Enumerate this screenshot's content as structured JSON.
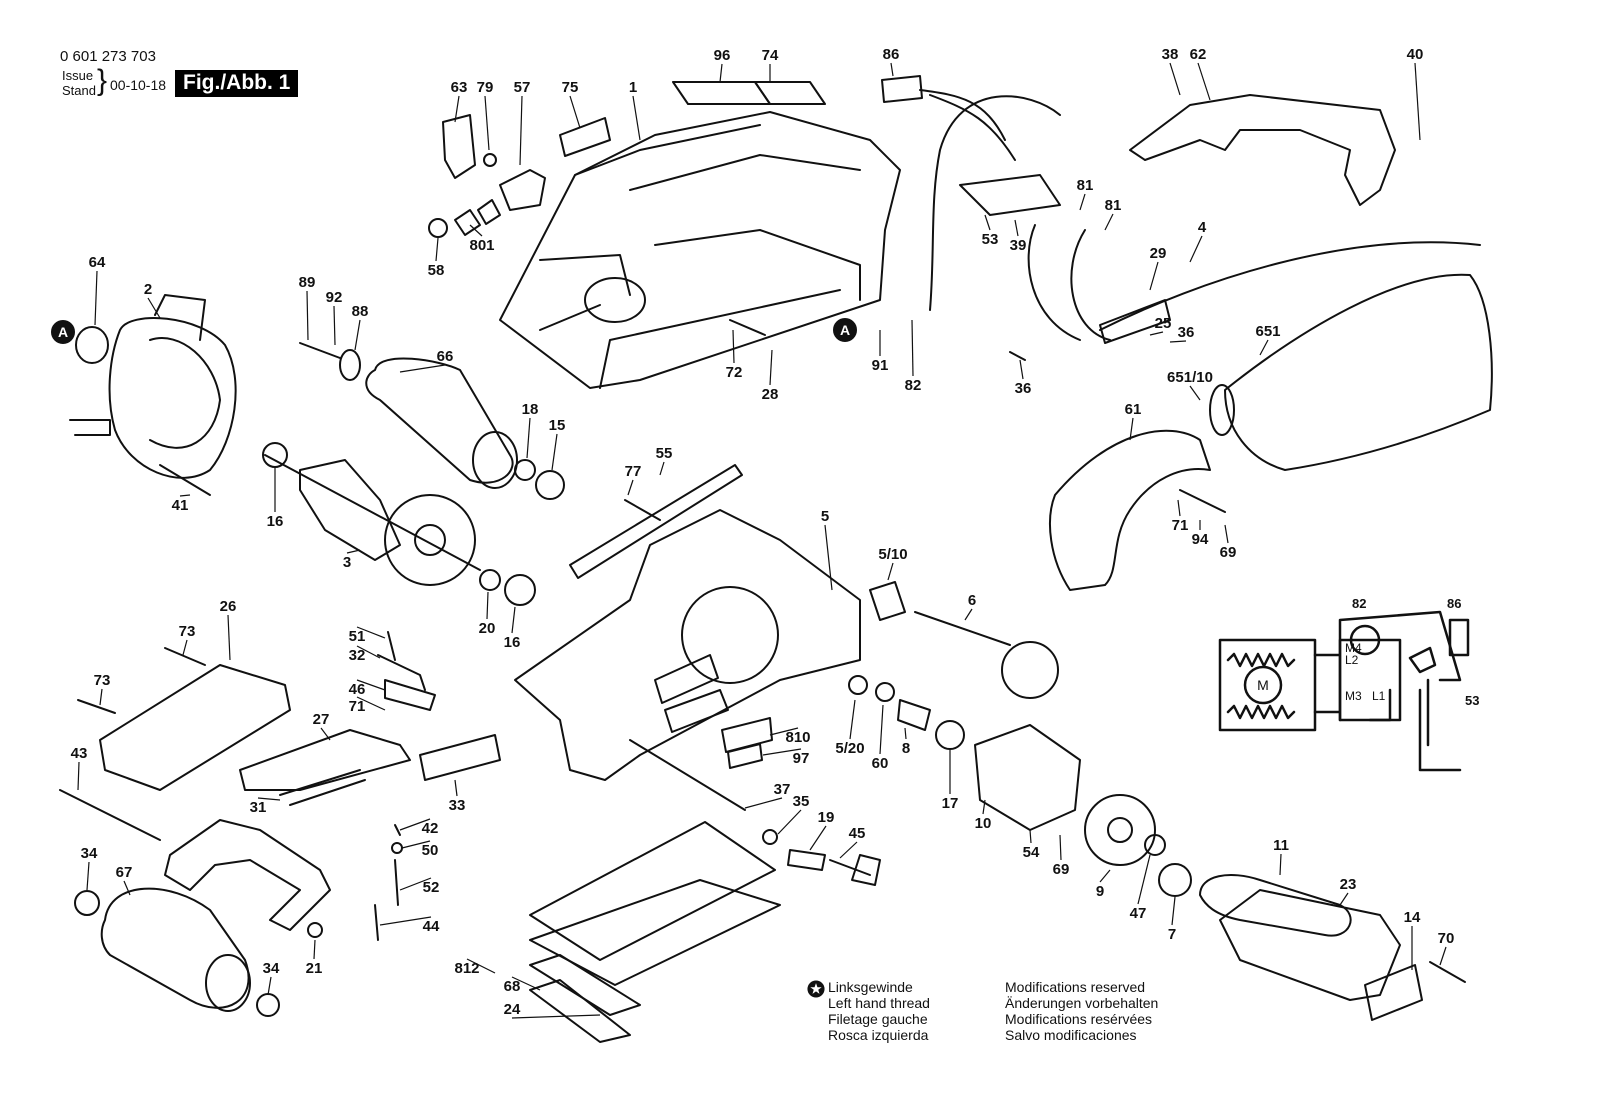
{
  "header": {
    "document_number": "0 601 273 703",
    "issue_label": "Issue",
    "stand_label": "Stand",
    "issue_date": "00-10-18",
    "figure_label": "Fig./Abb. 1"
  },
  "legend": {
    "thread_lines": [
      "Linksgewinde",
      "Left hand thread",
      "Filetage gauche",
      "Rosca izquierda"
    ],
    "modifications_lines": [
      "Modifications reserved",
      "Änderungen vorbehalten",
      "Modifications resérvées",
      "Salvo modificaciones"
    ]
  },
  "markers": {
    "connection_a": "A"
  },
  "wiring": {
    "motor": "M",
    "terminals": [
      "M4",
      "L2",
      "M3",
      "L1"
    ],
    "parts": [
      "82",
      "86",
      "53"
    ]
  },
  "part_labels": [
    "63",
    "79",
    "57",
    "75",
    "1",
    "96",
    "74",
    "86",
    "38",
    "62",
    "40",
    "801",
    "58",
    "81",
    "81",
    "53",
    "39",
    "29",
    "4",
    "64",
    "2",
    "89",
    "92",
    "88",
    "66",
    "72",
    "28",
    "91",
    "82",
    "36",
    "25",
    "36",
    "651",
    "18",
    "15",
    "16",
    "41",
    "3",
    "77",
    "55",
    "651/10",
    "61",
    "71",
    "94",
    "69",
    "5",
    "5/10",
    "6",
    "20",
    "16",
    "26",
    "73",
    "73",
    "51",
    "32",
    "46",
    "71",
    "27",
    "43",
    "33",
    "31",
    "42",
    "50",
    "52",
    "44",
    "21",
    "34",
    "67",
    "34",
    "5/20",
    "60",
    "8",
    "17",
    "10",
    "54",
    "69",
    "9",
    "47",
    "7",
    "11",
    "23",
    "14",
    "70",
    "810",
    "97",
    "37",
    "35",
    "19",
    "45",
    "812",
    "68",
    "24"
  ]
}
